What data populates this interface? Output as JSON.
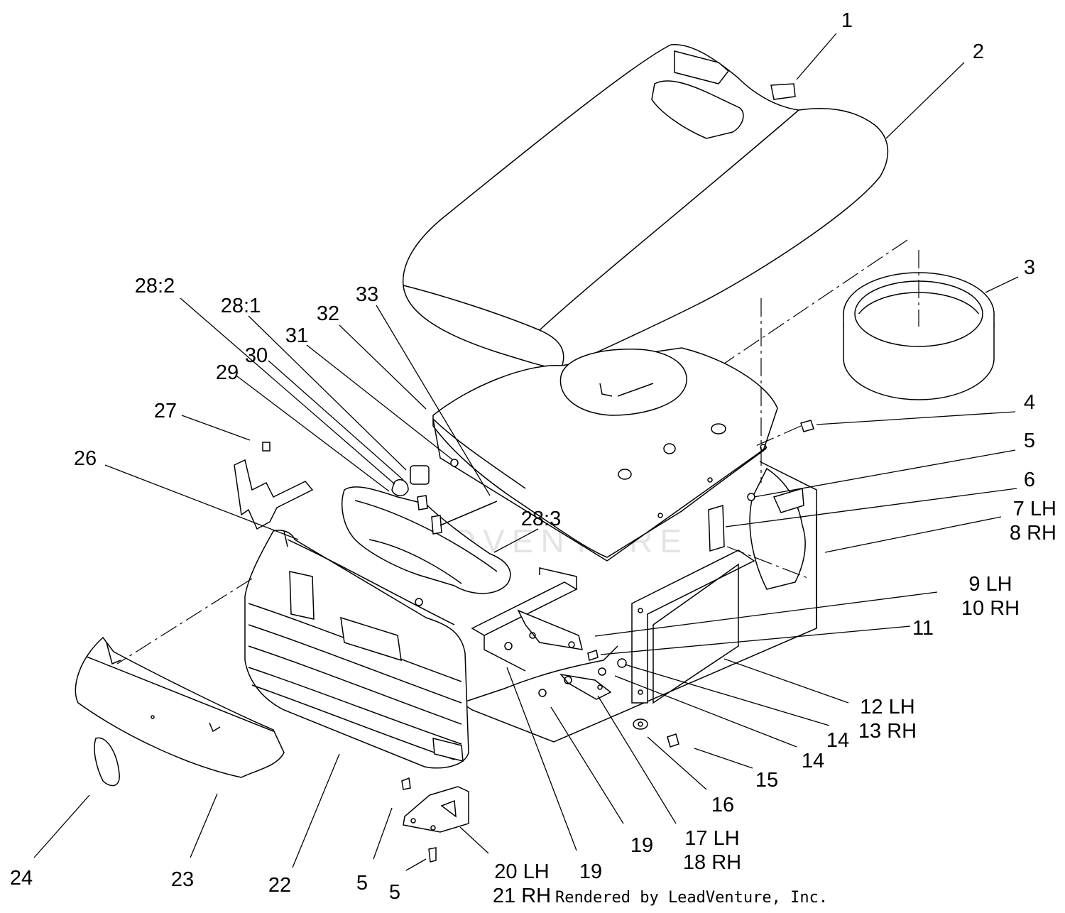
{
  "diagram": {
    "callouts": [
      {
        "id": "c1",
        "lines": [
          "1"
        ]
      },
      {
        "id": "c2",
        "lines": [
          "2"
        ]
      },
      {
        "id": "c3",
        "lines": [
          "3"
        ]
      },
      {
        "id": "c4",
        "lines": [
          "4"
        ]
      },
      {
        "id": "c5a",
        "lines": [
          "5"
        ]
      },
      {
        "id": "c6",
        "lines": [
          "6"
        ]
      },
      {
        "id": "c7",
        "lines": [
          "7 LH",
          "8 RH"
        ]
      },
      {
        "id": "c9",
        "lines": [
          "9 LH",
          "10 RH"
        ]
      },
      {
        "id": "c11",
        "lines": [
          "11"
        ]
      },
      {
        "id": "c12",
        "lines": [
          "12 LH",
          "13 RH"
        ]
      },
      {
        "id": "c14a",
        "lines": [
          "14"
        ]
      },
      {
        "id": "c14b",
        "lines": [
          "14"
        ]
      },
      {
        "id": "c15",
        "lines": [
          "15"
        ]
      },
      {
        "id": "c16",
        "lines": [
          "16"
        ]
      },
      {
        "id": "c17",
        "lines": [
          "17 LH",
          "18 RH"
        ]
      },
      {
        "id": "c19a",
        "lines": [
          "19"
        ]
      },
      {
        "id": "c19b",
        "lines": [
          "19"
        ]
      },
      {
        "id": "c20",
        "lines": [
          "20 LH",
          "21 RH"
        ]
      },
      {
        "id": "c5b",
        "lines": [
          "5"
        ]
      },
      {
        "id": "c5c",
        "lines": [
          "5"
        ]
      },
      {
        "id": "c22",
        "lines": [
          "22"
        ]
      },
      {
        "id": "c23",
        "lines": [
          "23"
        ]
      },
      {
        "id": "c24",
        "lines": [
          "24"
        ]
      },
      {
        "id": "c26",
        "lines": [
          "26"
        ]
      },
      {
        "id": "c27",
        "lines": [
          "27"
        ]
      },
      {
        "id": "c29",
        "lines": [
          "29"
        ]
      },
      {
        "id": "c30",
        "lines": [
          "30"
        ]
      },
      {
        "id": "c282",
        "lines": [
          "28:2"
        ]
      },
      {
        "id": "c281",
        "lines": [
          "28:1"
        ]
      },
      {
        "id": "c31",
        "lines": [
          "31"
        ]
      },
      {
        "id": "c32",
        "lines": [
          "32"
        ]
      },
      {
        "id": "c33",
        "lines": [
          "33"
        ]
      },
      {
        "id": "c283",
        "lines": [
          "28:3"
        ]
      }
    ],
    "credit": "Rendered by LeadVenture, Inc.",
    "watermark": "LEADVENTURE",
    "watermark_logo": "leadventure-flame-logo"
  }
}
